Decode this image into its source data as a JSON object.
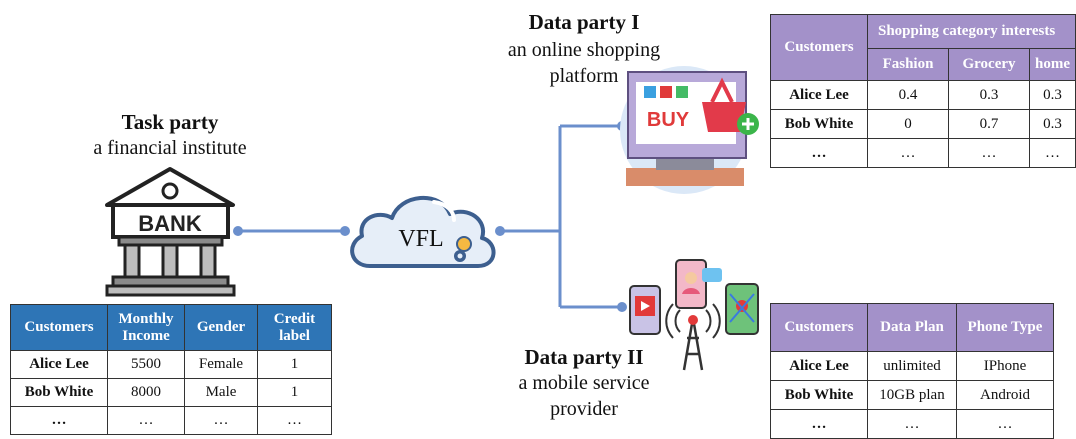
{
  "task_party": {
    "title": "Task party",
    "subtitle": "a financial institute",
    "bank_sign": "BANK",
    "table": {
      "headers": [
        "Customers",
        "Monthly Income",
        "Gender",
        "Credit label"
      ],
      "rows": [
        [
          "Alice Lee",
          "5500",
          "Female",
          "1"
        ],
        [
          "Bob White",
          "8000",
          "Male",
          "1"
        ],
        [
          "…",
          "…",
          "…",
          "…"
        ]
      ]
    }
  },
  "center": {
    "label": "VFL"
  },
  "party1": {
    "title": "Data party I",
    "subtitle_line1": "an online shopping",
    "subtitle_line2": "platform",
    "buy_label": "BUY",
    "table": {
      "customers_header": "Customers",
      "group_header": "Shopping category interests",
      "sub_headers": [
        "Fashion",
        "Grocery",
        "home"
      ],
      "rows": [
        [
          "Alice Lee",
          "0.4",
          "0.3",
          "0.3"
        ],
        [
          "Bob White",
          "0",
          "0.7",
          "0.3"
        ],
        [
          "…",
          "…",
          "…",
          "…"
        ]
      ]
    }
  },
  "party2": {
    "title": "Data party II",
    "subtitle_line1": "a mobile service",
    "subtitle_line2": "provider",
    "table": {
      "headers": [
        "Customers",
        "Data Plan",
        "Phone Type"
      ],
      "rows": [
        [
          "Alice Lee",
          "unlimited",
          "IPhone"
        ],
        [
          "Bob White",
          "10GB plan",
          "Android"
        ],
        [
          "…",
          "…",
          "…"
        ]
      ]
    }
  },
  "colors": {
    "line": "#6b8fcc",
    "blue_header": "#2e75b6",
    "purple_header": "#a391c9"
  }
}
